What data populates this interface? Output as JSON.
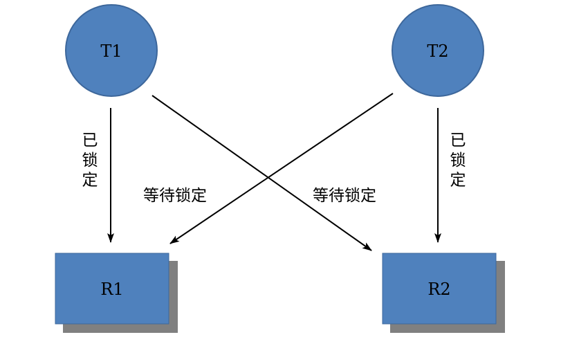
{
  "colors": {
    "node_fill": "#4f81bd",
    "node_stroke": "#3d679b",
    "shadow": "#808080",
    "edge": "#000000",
    "background": "#ffffff"
  },
  "threads": [
    {
      "id": "T1",
      "label": "T1"
    },
    {
      "id": "T2",
      "label": "T2"
    }
  ],
  "resources": [
    {
      "id": "R1",
      "label": "R1"
    },
    {
      "id": "R2",
      "label": "R2"
    }
  ],
  "edges": [
    {
      "from": "T1",
      "to": "R1",
      "label": "已锁定",
      "kind": "holds"
    },
    {
      "from": "T2",
      "to": "R2",
      "label": "已锁定",
      "kind": "holds"
    },
    {
      "from": "T2",
      "to": "R1",
      "label": "等待锁定",
      "kind": "waits"
    },
    {
      "from": "T1",
      "to": "R2",
      "label": "等待锁定",
      "kind": "waits"
    }
  ]
}
